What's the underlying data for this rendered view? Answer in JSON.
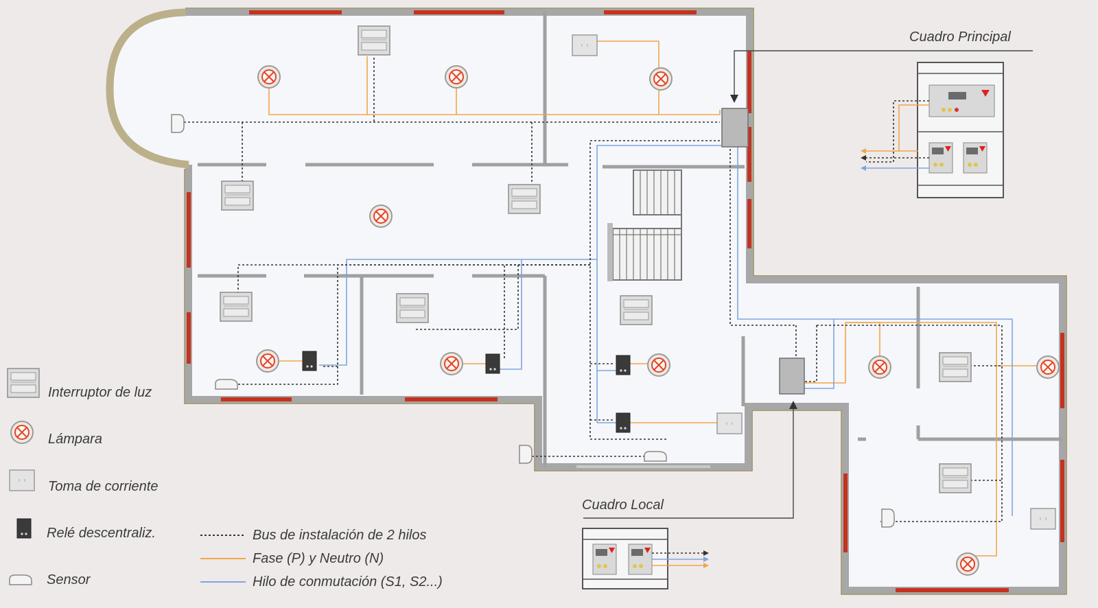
{
  "panels": {
    "main_title": "Cuadro Principal",
    "local_title": "Cuadro Local"
  },
  "legend": {
    "switch": "Interruptor de luz",
    "lamp": "Lámpara",
    "outlet": "Toma de corriente",
    "relay": "Relé descentraliz.",
    "sensor": "Sensor",
    "bus": "Bus de instalación de 2 hilos",
    "phase": "Fase (P) y Neutro (N)",
    "switching": "Hilo de conmutación (S1, S2...)"
  },
  "colors": {
    "background": "#efeaea",
    "floor": "#f6f7fa",
    "wall": "#a7a7a7",
    "window": "#c5321f",
    "bus_line": "#333333",
    "phase_line": "#f0a64a",
    "switch_line": "#7ea6dc",
    "lamp_cross": "#e0442c"
  }
}
